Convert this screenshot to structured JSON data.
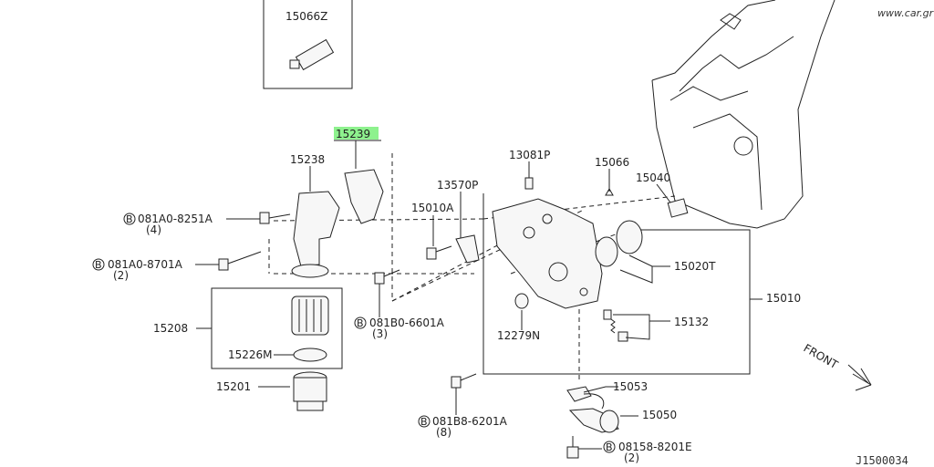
{
  "watermark": "www.car.gr",
  "diagram_code": "J1500034",
  "front_label": "FRONT",
  "highlight_color": "#8ef28e",
  "parts": {
    "p15066Z": "15066Z",
    "p15239": "15239",
    "p15238": "15238",
    "p13081P": "13081P",
    "p15066": "15066",
    "p15040": "15040",
    "p13570P": "13570P",
    "p15010A": "15010A",
    "p15020T": "15020T",
    "p15010": "15010",
    "p15208": "15208",
    "p15226M": "15226M",
    "p12279N": "12279N",
    "p15132": "15132",
    "p15201": "15201",
    "p15053": "15053",
    "p15050": "15050"
  },
  "bolts": {
    "b1_num": "081A0-8251A",
    "b1_qty": "(4)",
    "b2_num": "081A0-8701A",
    "b2_qty": "(2)",
    "b3_num": "081B0-6601A",
    "b3_qty": "(3)",
    "b4_num": "081B8-6201A",
    "b4_qty": "(8)",
    "b5_num": "08158-8201E",
    "b5_qty": "(2)",
    "prefix": "B"
  }
}
